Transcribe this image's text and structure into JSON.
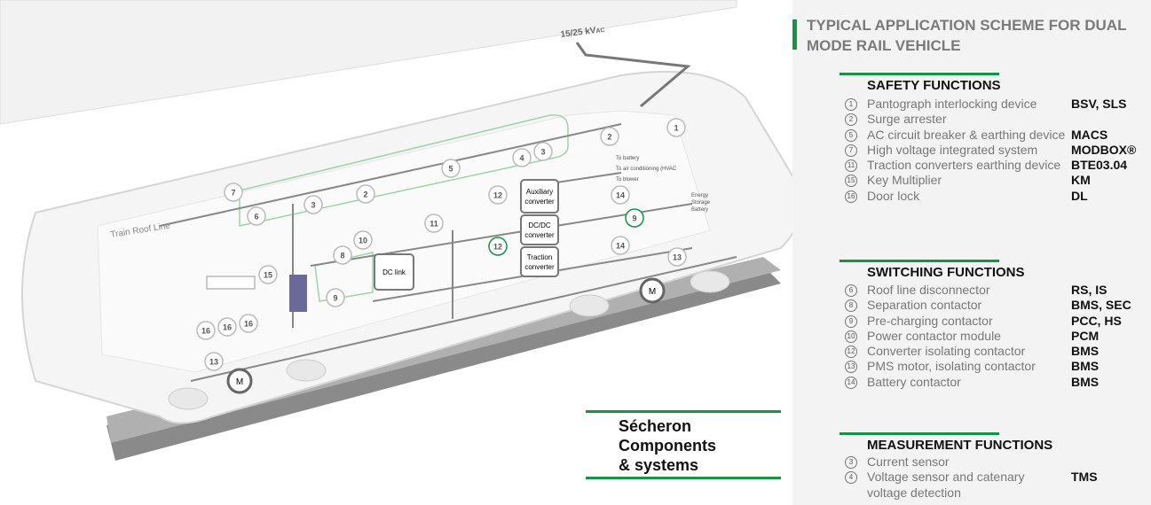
{
  "diagram": {
    "voltage_label": "15/25 kV",
    "voltage_sub": "AC",
    "roof_line_label": "Train Roof Line",
    "to_battery": "To battery",
    "to_hvac": "To air conditioning (HVAC",
    "to_blower": "To blower",
    "energy_storage": [
      "Energy",
      "Storage",
      "Battery"
    ],
    "aux_converter": [
      "Auxiliary",
      "converter"
    ],
    "dcdc_converter": [
      "DC/DC",
      "converter"
    ],
    "traction_converter": [
      "Traction",
      "converter"
    ],
    "dc_link": "DC link",
    "motor": "M",
    "callouts": [
      "1",
      "2",
      "3",
      "4",
      "5",
      "7",
      "6",
      "3",
      "2",
      "12",
      "12",
      "14",
      "9",
      "14",
      "10",
      "8",
      "9",
      "11",
      "15",
      "16",
      "16",
      "16",
      "13",
      "13"
    ]
  },
  "panel": {
    "title": "TYPICAL APPLICATION SCHEME FOR DUAL MODE RAIL VEHICLE",
    "sections": [
      {
        "heading": "SAFETY FUNCTIONS",
        "items": [
          {
            "num": "1",
            "desc": "Pantograph interlocking device",
            "code": "BSV, SLS"
          },
          {
            "num": "2",
            "desc": "Surge arrester",
            "code": ""
          },
          {
            "num": "5",
            "desc": "AC circuit breaker & earthing device",
            "code": "MACS"
          },
          {
            "num": "7",
            "desc": "High voltage integrated system",
            "code": "MODBOX®"
          },
          {
            "num": "11",
            "desc": "Traction converters earthing device",
            "code": "BTE03.04"
          },
          {
            "num": "15",
            "desc": "Key Multiplier",
            "code": "KM"
          },
          {
            "num": "16",
            "desc": "Door lock",
            "code": "DL"
          }
        ]
      },
      {
        "heading": "SWITCHING FUNCTIONS",
        "items": [
          {
            "num": "6",
            "desc": "Roof line disconnector",
            "code": "RS, IS"
          },
          {
            "num": "8",
            "desc": "Separation contactor",
            "code": "BMS, SEC"
          },
          {
            "num": "9",
            "desc": "Pre-charging contactor",
            "code": "PCC, HS"
          },
          {
            "num": "10",
            "desc": "Power contactor module",
            "code": "PCM"
          },
          {
            "num": "12",
            "desc": "Converter isolating contactor",
            "code": "BMS"
          },
          {
            "num": "13",
            "desc": "PMS motor, isolating contactor",
            "code": "BMS"
          },
          {
            "num": "14",
            "desc": "Battery contactor",
            "code": "BMS"
          }
        ]
      },
      {
        "heading": "MEASUREMENT FUNCTIONS",
        "items": [
          {
            "num": "3",
            "desc": "Current sensor",
            "code": ""
          },
          {
            "num": "4",
            "desc": "Voltage sensor and catenary voltage detection",
            "code": "TMS"
          }
        ]
      }
    ]
  },
  "brand": {
    "line1": "Sécheron",
    "line2": "Components",
    "line3": "& systems"
  },
  "colors": {
    "accent": "#17924a",
    "title": "#7a7a7a",
    "panel_bg": "#f3f3f3"
  }
}
